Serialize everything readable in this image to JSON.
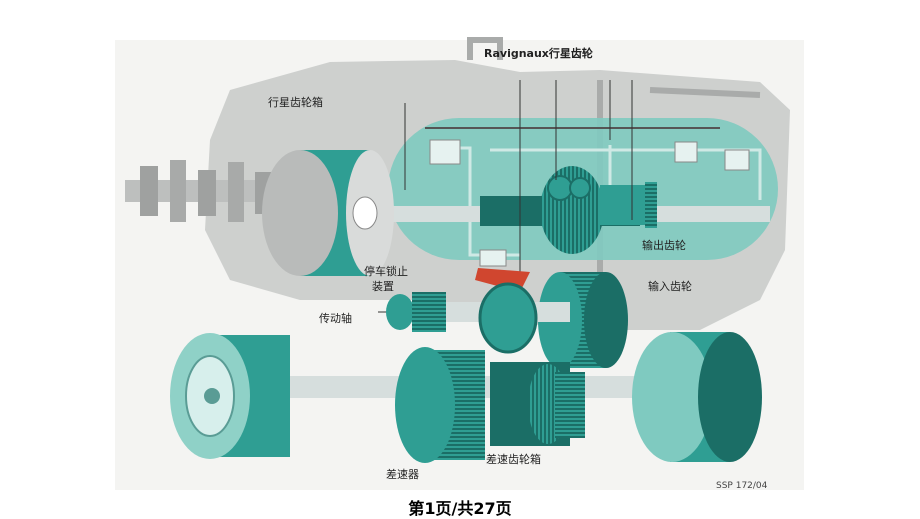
{
  "figure": {
    "labels": {
      "ravigneaux": "Ravignaux行星齿轮",
      "planetary_gearbox": "行星齿轮箱",
      "output_gear": "输出齿轮",
      "parking_lock_line1": "停车锁止",
      "parking_lock_line2": "装置",
      "input_gear": "输入齿轮",
      "drive_shaft": "传动轴",
      "differential_gearbox": "差速齿轮箱",
      "differential": "差速器"
    },
    "code": "SSP 172/04"
  },
  "footer": {
    "page_text": "第1页/共27页"
  },
  "colors": {
    "teal": "#2f9e93",
    "teal_light": "#7fcac0",
    "teal_dark": "#1b6e66",
    "grey": "#c7c9c8",
    "grey_dark": "#8c8e8d",
    "red": "#d0462f"
  }
}
